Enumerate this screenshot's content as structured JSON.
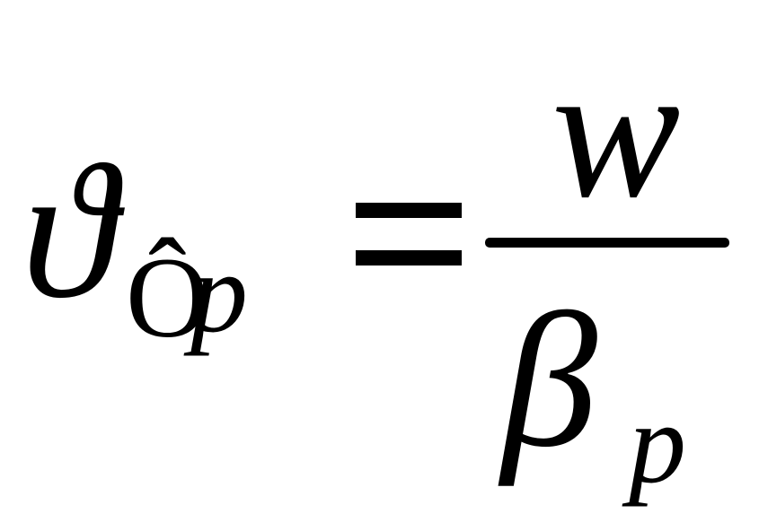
{
  "formula": {
    "lhs_symbol": "ϑ",
    "lhs_subscript_1": "Ô",
    "lhs_subscript_2": "p",
    "numerator": "w",
    "denominator_symbol": "β",
    "denominator_subscript": "p",
    "equals_label": "="
  }
}
